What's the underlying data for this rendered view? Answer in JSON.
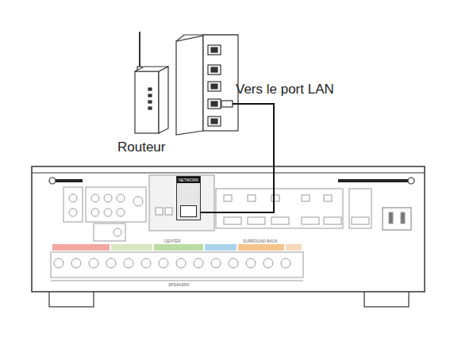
{
  "diagram": {
    "nodes": [
      {
        "text": [
          "Routeur"
        ]
      },
      {
        "text": [
          "NETWORK"
        ]
      }
    ],
    "edges": [
      {
        "from": 0,
        "to": 1,
        "arrow": "none",
        "label": "Vers le port LAN"
      }
    ],
    "labels": [
      "CENTER",
      "SURROUND BACK",
      "SPEAKERS"
    ]
  }
}
